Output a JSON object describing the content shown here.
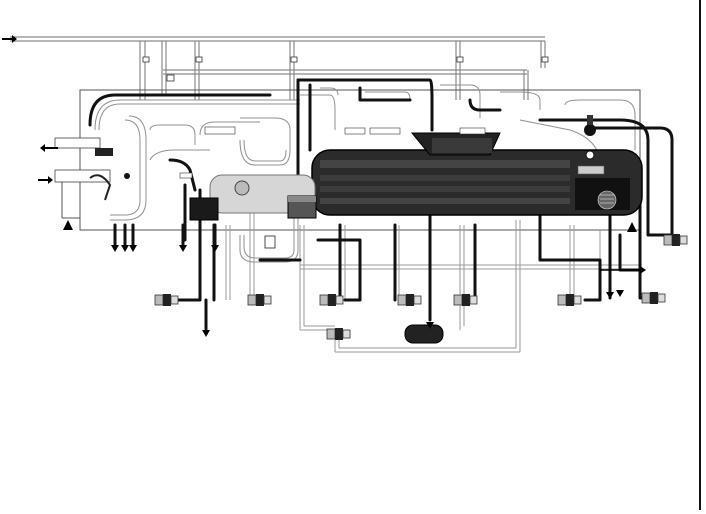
{
  "diagram": {
    "kind": "process-piping-schematic",
    "colors": {
      "background": "#ffffff",
      "pipe_dark": "#111111",
      "pipe_light": "#cfcfcf",
      "pipe_outline": "#7a7a7a",
      "vessel_fill": "#2a2a2a",
      "vessel_shade": "#4a4a4a",
      "tank_light": "#d9d9d9"
    },
    "icons": [
      "inlet-arrow-icon",
      "outlet-arrow-icon",
      "drain-arrow-icon",
      "pump-icon",
      "valve-icon",
      "support-triangle-icon",
      "heat-exchanger-icon",
      "hopper-icon"
    ],
    "pump_units": 9,
    "drain_outlets": 9,
    "support_feet": 2
  }
}
